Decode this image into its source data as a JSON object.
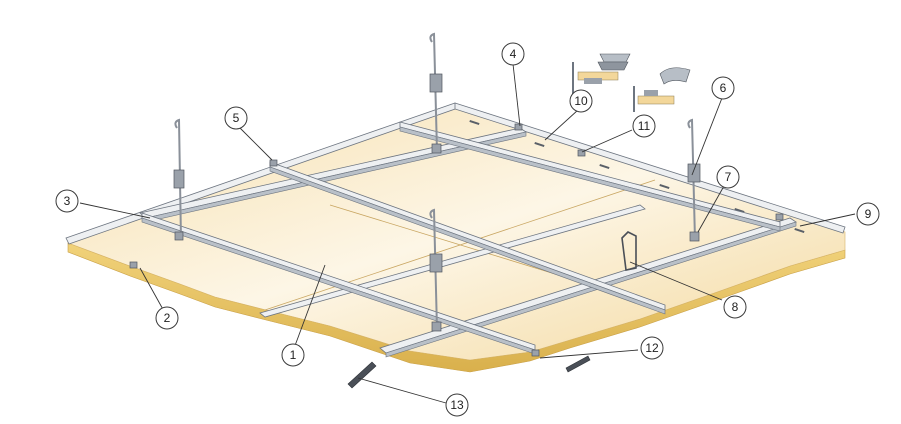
{
  "diagram": {
    "callouts": [
      {
        "id": "1",
        "label": "1"
      },
      {
        "id": "2",
        "label": "2"
      },
      {
        "id": "3",
        "label": "3"
      },
      {
        "id": "4",
        "label": "4"
      },
      {
        "id": "5",
        "label": "5"
      },
      {
        "id": "6",
        "label": "6"
      },
      {
        "id": "7",
        "label": "7"
      },
      {
        "id": "8",
        "label": "8"
      },
      {
        "id": "9",
        "label": "9"
      },
      {
        "id": "10",
        "label": "10"
      },
      {
        "id": "11",
        "label": "11"
      },
      {
        "id": "12",
        "label": "12"
      },
      {
        "id": "13",
        "label": "13"
      }
    ],
    "colors": {
      "panel_light": "#fdf3df",
      "panel_mid": "#f7e3b8",
      "panel_edge": "#e9c874",
      "rail": "#eef0f2",
      "rail_stroke": "#6d7580",
      "line": "#333333"
    }
  }
}
